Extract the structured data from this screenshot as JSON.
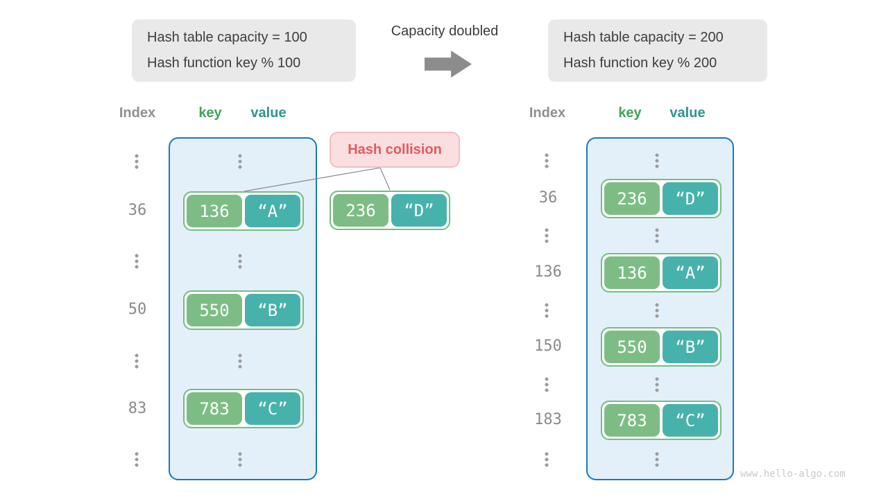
{
  "info_before": {
    "line1": "Hash table capacity = 100",
    "line2": "Hash function key % 100"
  },
  "transition": {
    "label": "Capacity doubled"
  },
  "info_after": {
    "line1": "Hash table capacity = 200",
    "line2": "Hash function key % 200"
  },
  "collision": {
    "badge": "Hash collision",
    "pair": {
      "key": "236",
      "value": "“D”"
    }
  },
  "left_table": {
    "headers": {
      "index": "Index",
      "key": "key",
      "value": "value"
    },
    "entries": [
      {
        "index": "36",
        "key": "136",
        "value": "“A”"
      },
      {
        "index": "50",
        "key": "550",
        "value": "“B”"
      },
      {
        "index": "83",
        "key": "783",
        "value": "“C”"
      }
    ]
  },
  "right_table": {
    "headers": {
      "index": "Index",
      "key": "key",
      "value": "value"
    },
    "entries": [
      {
        "index": "36",
        "key": "236",
        "value": "“D”"
      },
      {
        "index": "136",
        "key": "136",
        "value": "“A”"
      },
      {
        "index": "150",
        "key": "550",
        "value": "“B”"
      },
      {
        "index": "183",
        "key": "783",
        "value": "“C”"
      }
    ]
  },
  "watermark": "www.hello-algo.com",
  "colors": {
    "bucket_border": "#1878c2",
    "bucket_bg": "#e3f0fa",
    "key_green": "#7dbd85",
    "value_teal": "#47b2ab",
    "pair_border": "#72bf7e",
    "header_key_green": "#3fa35c",
    "header_value_teal": "#2e958c",
    "badge_bg": "#fadee0",
    "badge_text": "#e25a5e",
    "arrow_gray": "#8c8c8c",
    "info_box_bg": "#e9e9e9"
  }
}
